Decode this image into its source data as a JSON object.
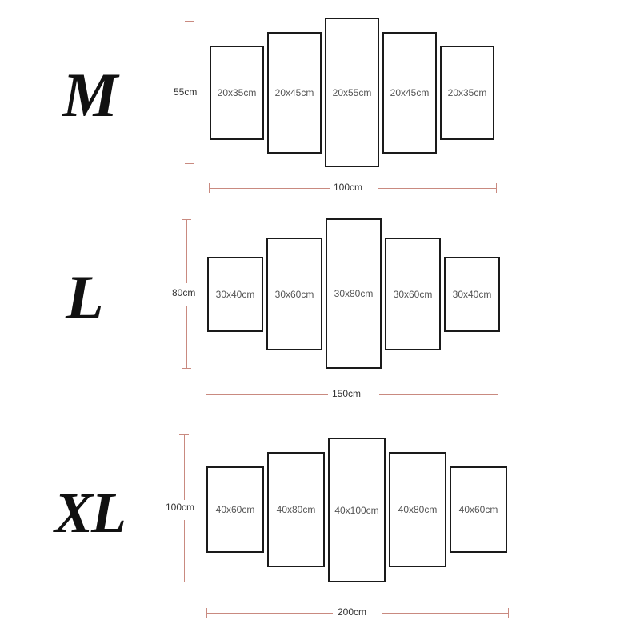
{
  "sets": [
    {
      "size": "M",
      "height_label": "55cm",
      "width_label": "100cm",
      "panels": [
        "20x35cm",
        "20x45cm",
        "20x55cm",
        "20x45cm",
        "20x35cm"
      ]
    },
    {
      "size": "L",
      "height_label": "80cm",
      "width_label": "150cm",
      "panels": [
        "30x40cm",
        "30x60cm",
        "30x80cm",
        "30x60cm",
        "30x40cm"
      ]
    },
    {
      "size": "XL",
      "height_label": "100cm",
      "width_label": "200cm",
      "panels": [
        "40x60cm",
        "40x80cm",
        "40x100cm",
        "40x80cm",
        "40x60cm"
      ]
    }
  ],
  "colors": {
    "dimension_line": "#c98a80",
    "panel_border": "#1a1a1a"
  }
}
